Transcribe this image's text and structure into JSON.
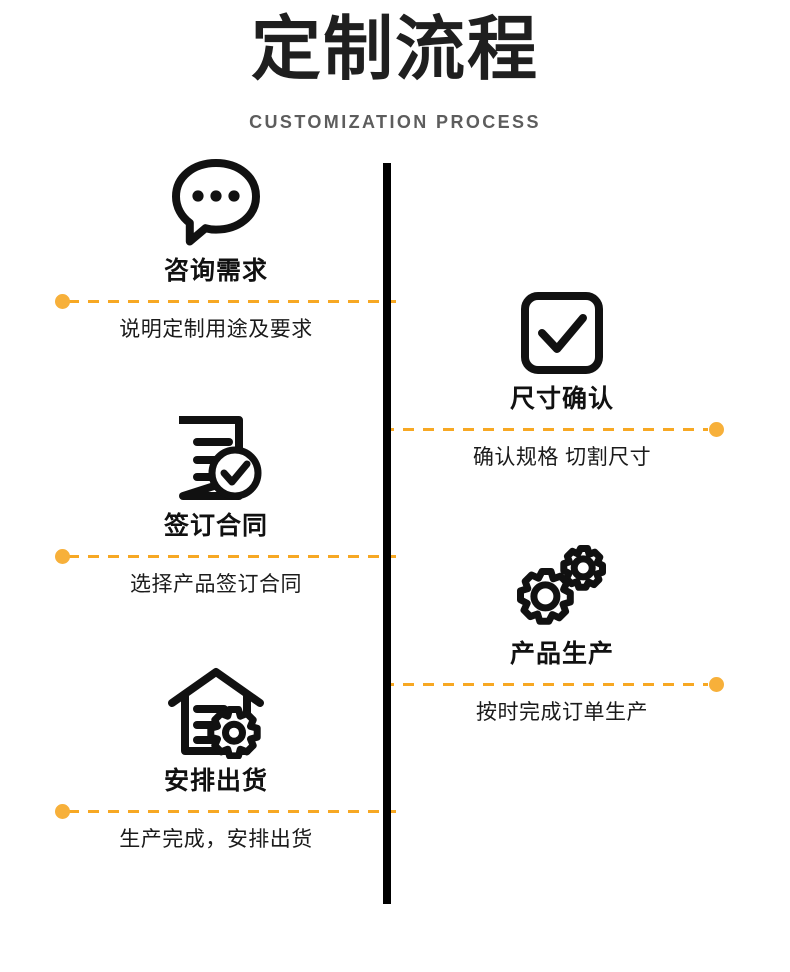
{
  "header": {
    "title": "定制流程",
    "subtitle": "CUSTOMIZATION PROCESS"
  },
  "colors": {
    "accent": "#f7a823",
    "dot": "#f7b03a",
    "line": "#000000",
    "title": "#1f1f1f",
    "subtitle": "#5d5d5d"
  },
  "steps": [
    {
      "side": "left",
      "icon": "speech-bubble-dots-icon",
      "title": "咨询需求",
      "desc": "说明定制用途及要求"
    },
    {
      "side": "right",
      "icon": "checkbox-check-icon",
      "title": "尺寸确认",
      "desc": "确认规格 切割尺寸"
    },
    {
      "side": "left",
      "icon": "document-check-icon",
      "title": "签订合同",
      "desc": "选择产品签订合同"
    },
    {
      "side": "right",
      "icon": "gears-icon",
      "title": "产品生产",
      "desc": "按时完成订单生产"
    },
    {
      "side": "left",
      "icon": "factory-gear-icon",
      "title": "安排出货",
      "desc": "生产完成，安排出货"
    }
  ]
}
